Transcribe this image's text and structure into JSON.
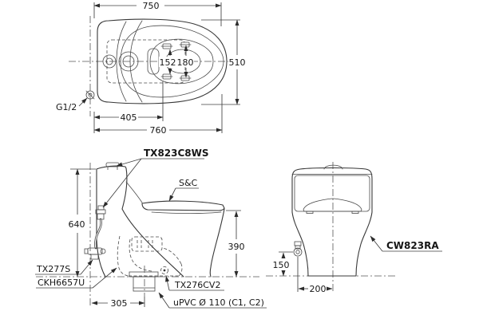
{
  "colors": {
    "background": "#ffffff",
    "line": "#383838",
    "text": "#161616"
  },
  "plan_view": {
    "dim_width_top": "750",
    "dim_depth": "510",
    "dim_hinge_narrow": "152",
    "dim_hinge_wide": "180",
    "label_inlet_thread": "G1/2",
    "dim_hinge_offset": "405",
    "dim_width_overall": "760"
  },
  "side_view": {
    "label_flush_unit": "TX823C8WS",
    "label_seat_cover": "S&C",
    "dim_height": "640",
    "dim_seat_height": "390",
    "label_stop_valve": "TX277S",
    "label_fitting": "CKH6657U",
    "label_outlet_socket": "TX276CV2",
    "label_outlet_pipe": "uPVC Ø 110 (C1, C2)",
    "dim_outlet_offset": "305"
  },
  "front_view": {
    "label_model": "CW823RA",
    "dim_valve_height": "150",
    "dim_valve_offset": "200"
  }
}
